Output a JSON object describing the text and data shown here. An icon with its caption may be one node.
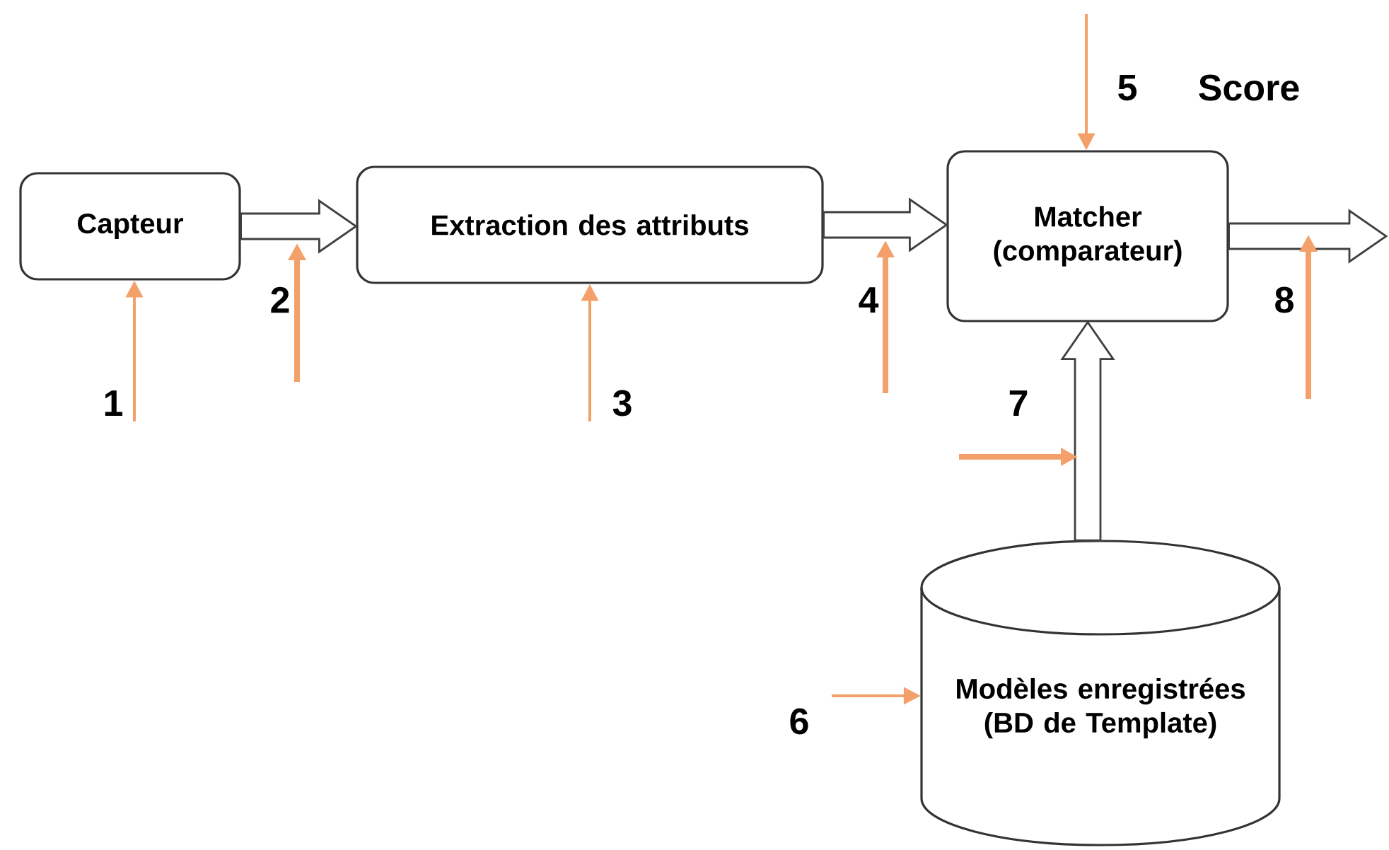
{
  "diagram": {
    "nodes": [
      {
        "text": [
          "Capteur"
        ]
      },
      {
        "text": [
          "Extraction des attributs"
        ]
      },
      {
        "text": [
          "Matcher (comparateur)"
        ]
      },
      {
        "text": [
          "Modèles enregistrées (BD de Template)"
        ]
      }
    ],
    "edges": [
      {
        "from": 0,
        "to": 1,
        "arrow": "to",
        "style": "thick"
      },
      {
        "from": 1,
        "to": 2,
        "arrow": "to",
        "style": "thick"
      },
      {
        "from": 3,
        "to": 2,
        "arrow": "to",
        "style": "thick"
      },
      {
        "from": 2,
        "to": null,
        "arrow": "to",
        "style": "thick"
      },
      {
        "from": null,
        "to": 0,
        "arrow": "to",
        "color": "#f4a06a"
      },
      {
        "from": null,
        "to": 1,
        "arrow": "to",
        "color": "#f4a06a"
      },
      {
        "from": null,
        "to": 2,
        "arrow": "to",
        "color": "#f4a06a"
      },
      {
        "from": null,
        "to": 3,
        "arrow": "to",
        "color": "#f4a06a"
      }
    ],
    "labels": [
      "5",
      "Score",
      "2",
      "4",
      "8",
      "1",
      "3",
      "7",
      "6"
    ]
  }
}
